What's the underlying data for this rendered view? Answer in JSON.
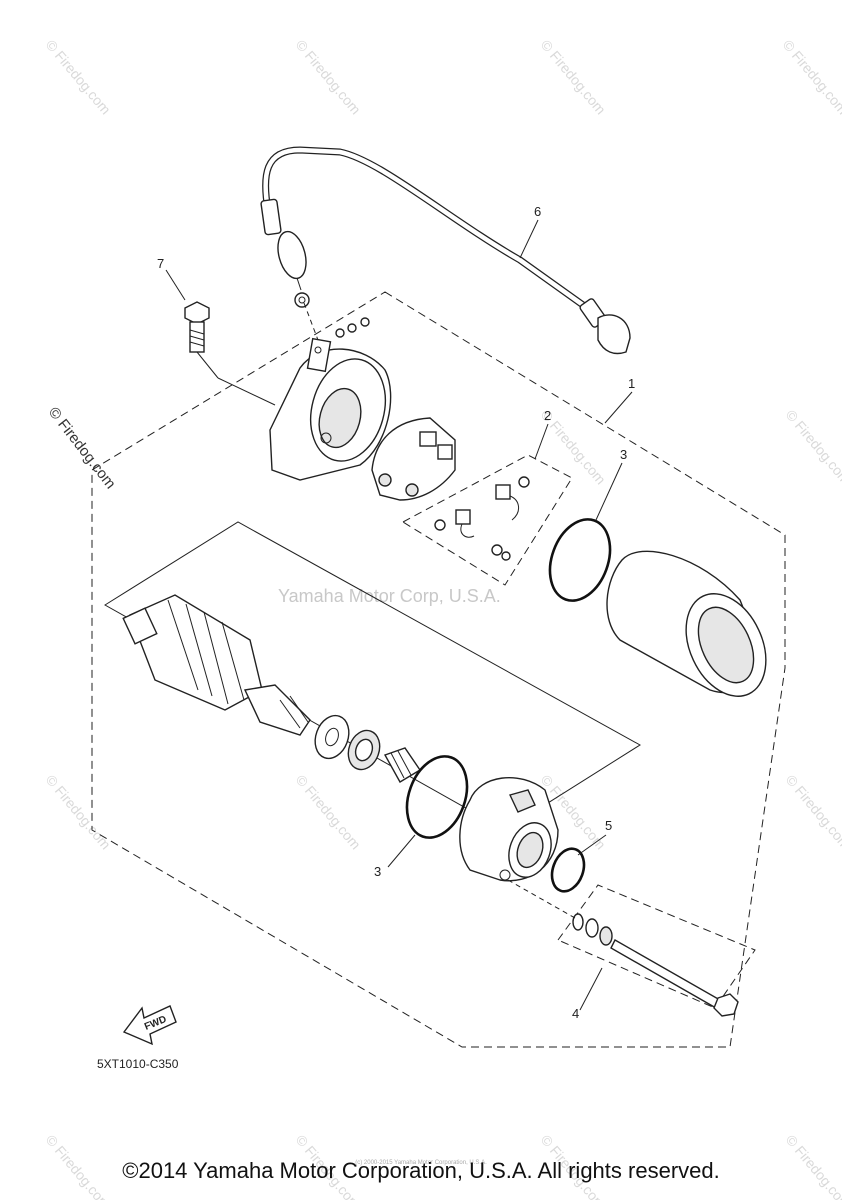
{
  "watermarks": {
    "corner": "© Firedog.com",
    "center": "Yamaha Motor Corp, U.S.A."
  },
  "callouts": {
    "c1": "1",
    "c2": "2",
    "c3a": "3",
    "c3b": "3",
    "c4": "4",
    "c5": "5",
    "c6": "6",
    "c7": "7"
  },
  "fwd_label": "FWD",
  "drawing_code": "5XT1010-C350",
  "tiny_notice": "(c) 2000-2015 Yamaha Motor Corporation, U.S.A.",
  "copyright": "©2014 Yamaha Motor Corporation, U.S.A. All rights reserved."
}
